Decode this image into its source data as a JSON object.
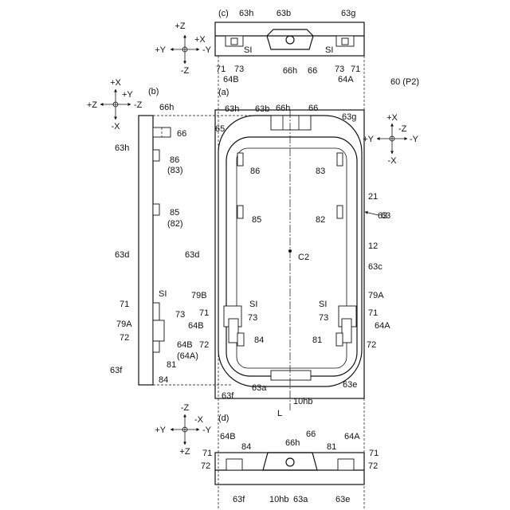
{
  "figure_number": "60 (P2)",
  "main_label": "63",
  "views": {
    "a": "(a)",
    "b": "(b)",
    "c": "(c)",
    "d": "(d)"
  },
  "axes": {
    "c": {
      "up": "+Z",
      "down": "-Z",
      "left": "+Y",
      "right": "-Y",
      "center": "+X"
    },
    "b": {
      "up": "+X",
      "down": "-X",
      "left": "+Z",
      "right": "-Z",
      "center": "+Y"
    },
    "a": {
      "up": "+X",
      "down": "-X",
      "left": "+Y",
      "right": "-Y",
      "center": "-Z"
    },
    "d": {
      "up": "-Z",
      "down": "+Z",
      "left": "+Y",
      "right": "-Y",
      "center": "-X"
    }
  },
  "view_c_labels": [
    "63h",
    "63b",
    "63g",
    "SI",
    "SI",
    "71",
    "73",
    "73",
    "71",
    "64B",
    "66h",
    "66",
    "64A"
  ],
  "view_b_labels": [
    "66h",
    "66",
    "63h",
    "86",
    "(83)",
    "85",
    "(82)",
    "63d",
    "SI",
    "71",
    "73",
    "79A",
    "72",
    "64B",
    "(64A)",
    "81",
    "63f",
    "84"
  ],
  "view_a_labels": [
    "63h",
    "63b",
    "66h",
    "66",
    "63g",
    "65",
    "86",
    "83",
    "21",
    "63",
    "85",
    "82",
    "12",
    "63d",
    "C2",
    "63c",
    "79B",
    "SI",
    "SI",
    "79A",
    "71",
    "71",
    "64B",
    "73",
    "73",
    "64A",
    "72",
    "84",
    "81",
    "72",
    "63f",
    "63a",
    "10hb",
    "63e",
    "L"
  ],
  "view_d_labels": [
    "64B",
    "66h",
    "66",
    "64A",
    "84",
    "81",
    "71",
    "72",
    "71",
    "72",
    "63f",
    "10hb",
    "63a",
    "63e"
  ]
}
